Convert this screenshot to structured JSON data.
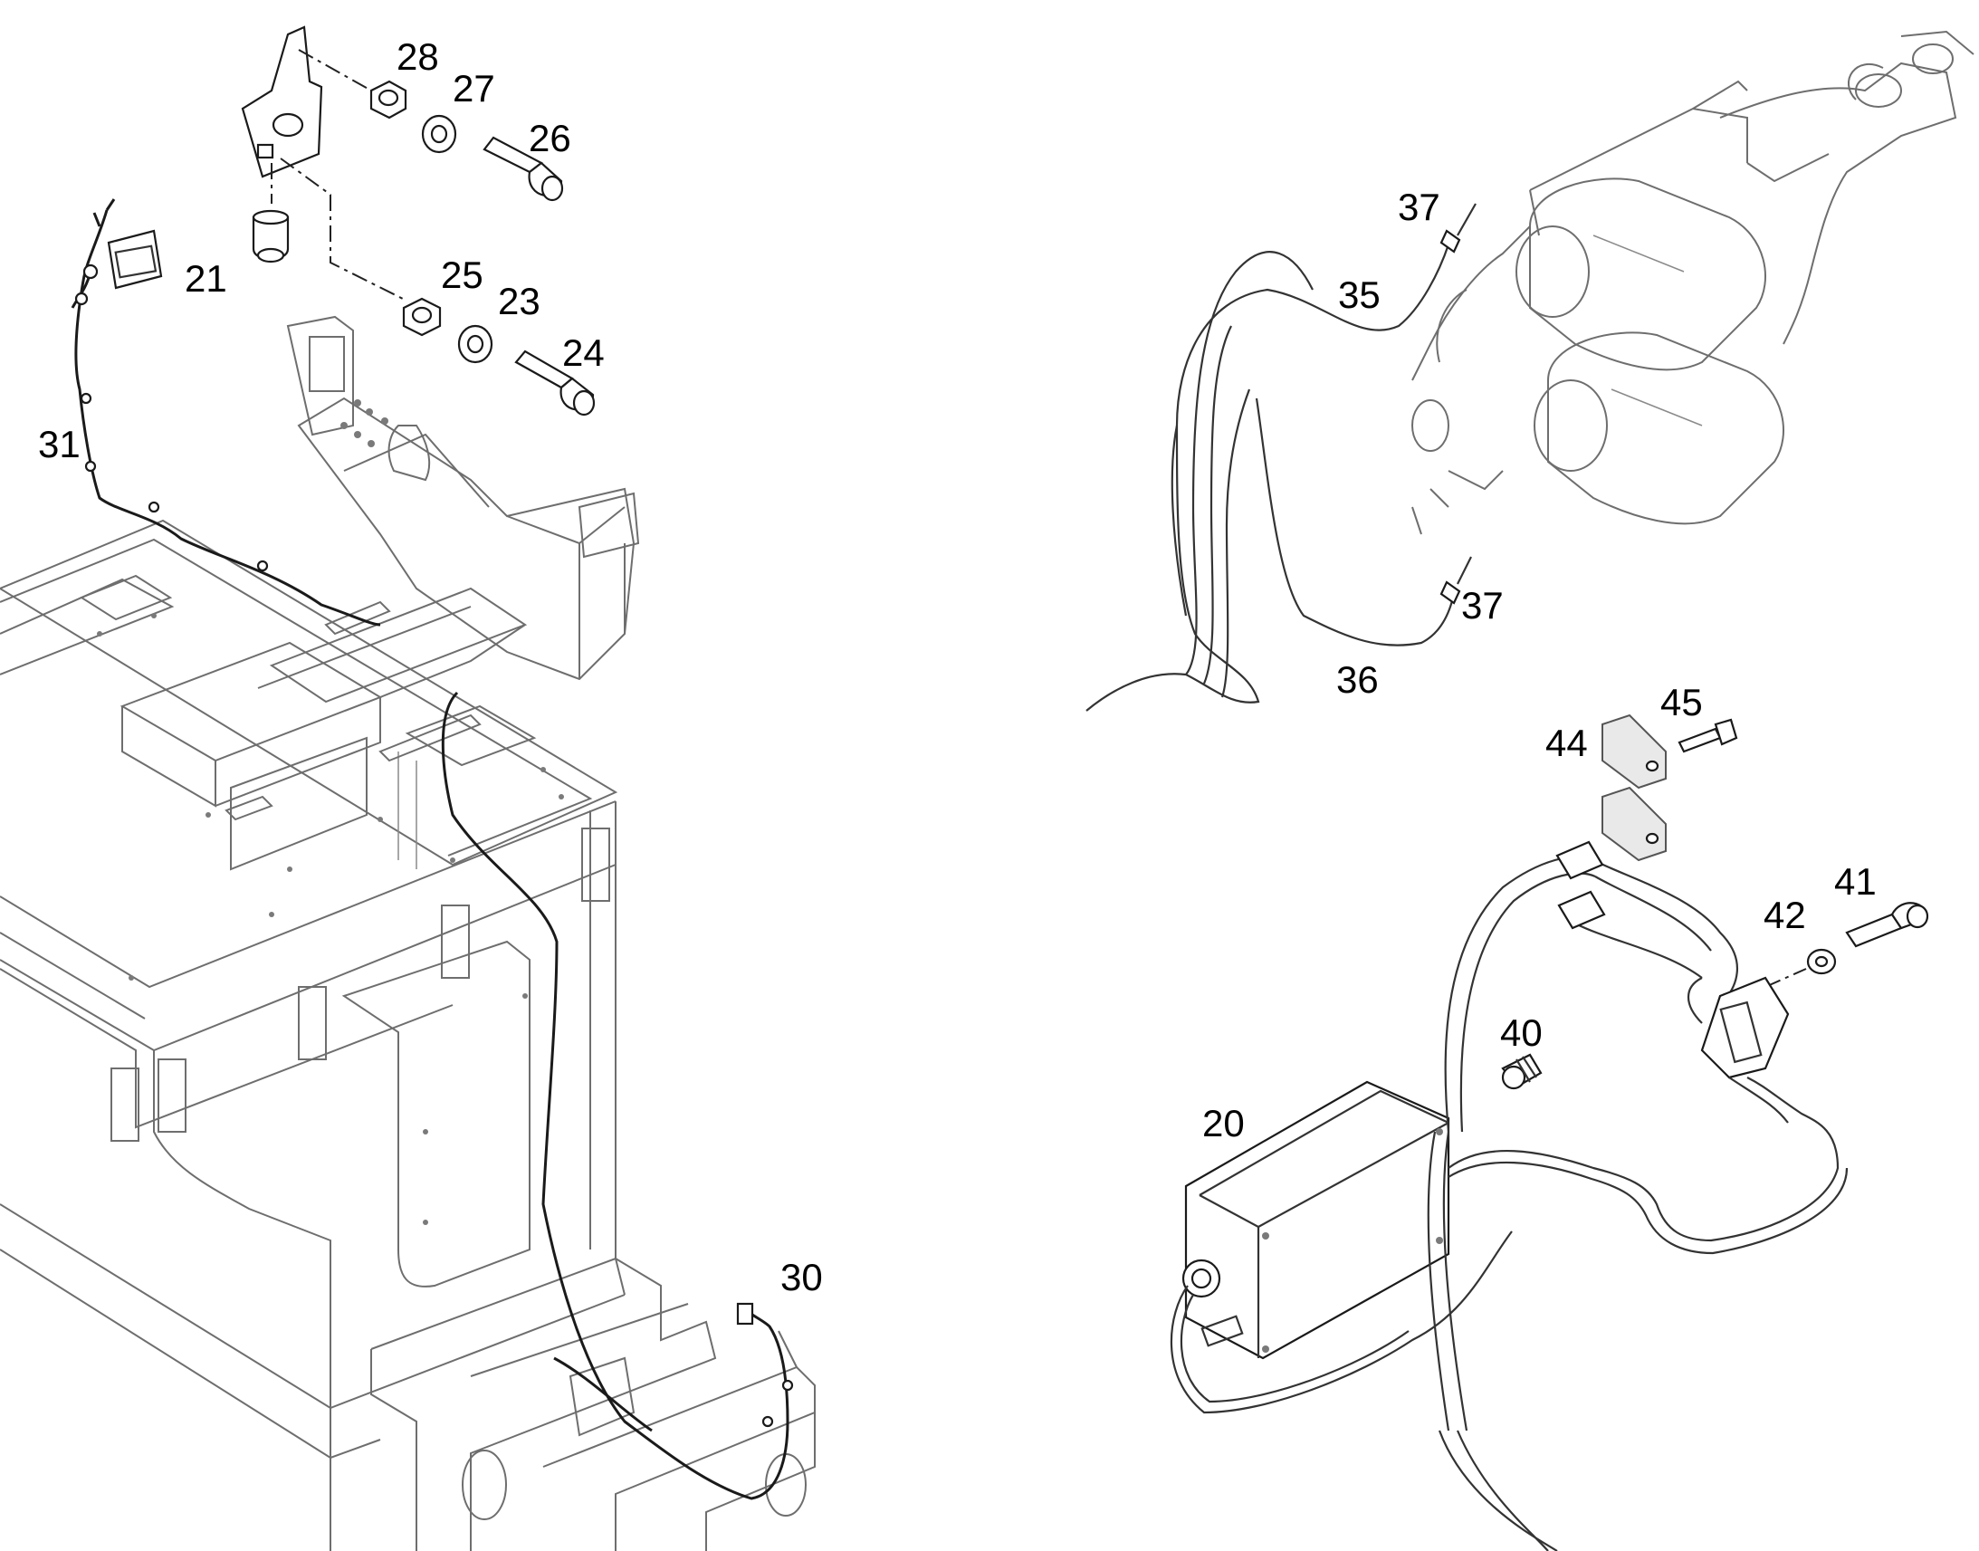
{
  "diagram": {
    "parts": [
      {
        "id": "p28",
        "label": "28"
      },
      {
        "id": "p27",
        "label": "27"
      },
      {
        "id": "p26",
        "label": "26"
      },
      {
        "id": "p21",
        "label": "21"
      },
      {
        "id": "p25",
        "label": "25"
      },
      {
        "id": "p23",
        "label": "23"
      },
      {
        "id": "p24",
        "label": "24"
      },
      {
        "id": "p31",
        "label": "31"
      },
      {
        "id": "p30",
        "label": "30"
      },
      {
        "id": "p37a",
        "label": "37"
      },
      {
        "id": "p35",
        "label": "35"
      },
      {
        "id": "p37b",
        "label": "37"
      },
      {
        "id": "p36",
        "label": "36"
      },
      {
        "id": "p45",
        "label": "45"
      },
      {
        "id": "p44",
        "label": "44"
      },
      {
        "id": "p41",
        "label": "41"
      },
      {
        "id": "p42",
        "label": "42"
      },
      {
        "id": "p40",
        "label": "40"
      },
      {
        "id": "p20",
        "label": "20"
      }
    ],
    "colors": {
      "background": "#ffffff",
      "ink": "#000000",
      "frame_line": "#6e6e6e"
    }
  }
}
